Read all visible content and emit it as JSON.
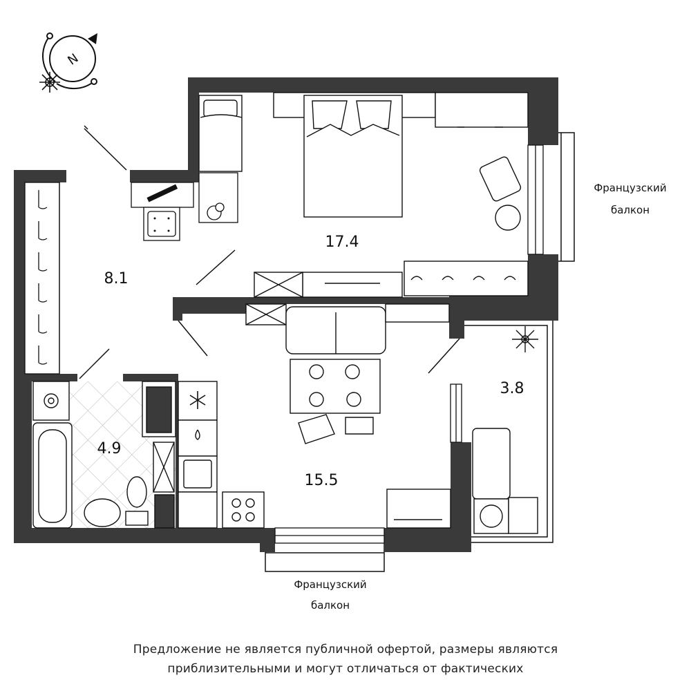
{
  "plan": {
    "areas": {
      "bedroom": "17.4",
      "hallway": "8.1",
      "bathroom": "4.9",
      "living_kitchen": "15.5",
      "balcony": "3.8"
    },
    "balcony_labels": {
      "east_line1": "Французский",
      "east_line2": "балкон",
      "south_line1": "Французский",
      "south_line2": "балкон"
    },
    "compass_letter": "N"
  },
  "disclaimer": {
    "line1": "Предложение не является публичной офертой, размеры являются",
    "line2": "приблизительными и могут отличаться от фактических"
  }
}
